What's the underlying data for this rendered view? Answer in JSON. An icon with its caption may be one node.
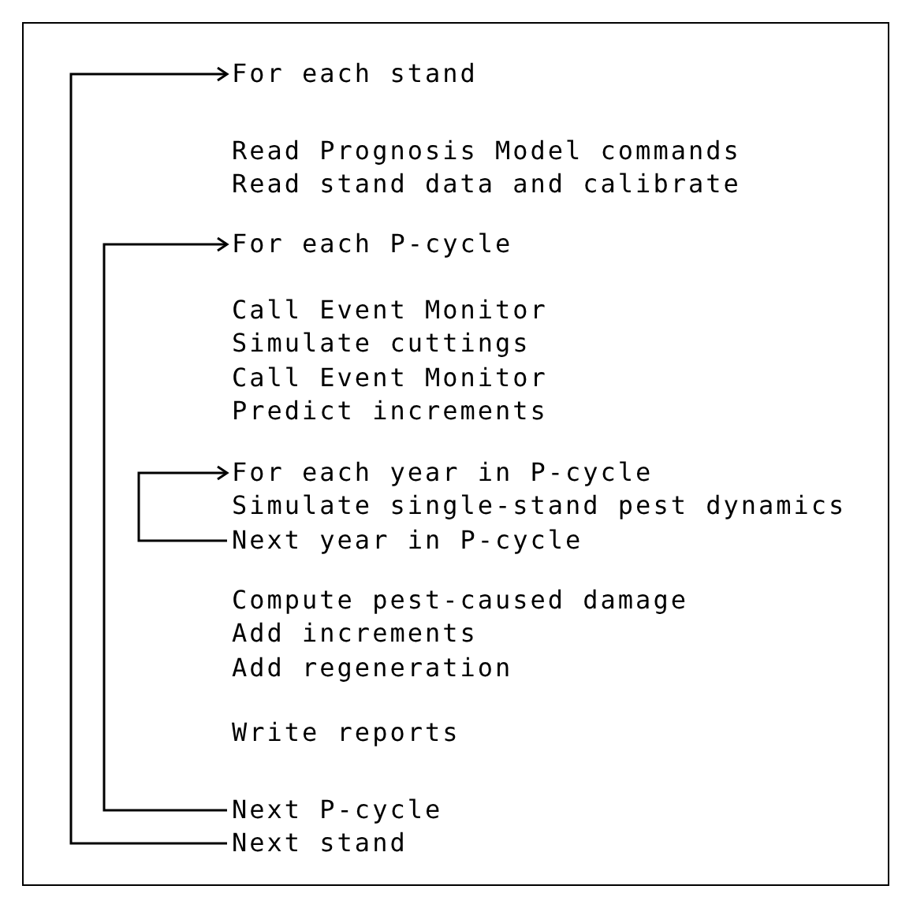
{
  "diagram": {
    "nodes": [
      {
        "text": [
          "For each stand"
        ]
      },
      {
        "text": [
          "For each P-cycle"
        ]
      },
      {
        "text": [
          "For each year in P-cycle"
        ]
      },
      {
        "text": [
          "Next year in P-cycle"
        ]
      },
      {
        "text": [
          "Next P-cycle"
        ]
      },
      {
        "text": [
          "Next stand"
        ]
      }
    ],
    "edges": [
      {
        "from": 5,
        "to": 0,
        "arrow": "to"
      },
      {
        "from": 4,
        "to": 1,
        "arrow": "to"
      },
      {
        "from": 3,
        "to": 2,
        "arrow": "to"
      }
    ],
    "labels": [
      "Read Prognosis Model commands",
      "Read stand data and calibrate",
      "Call Event Monitor",
      "Simulate cuttings",
      "Call Event Monitor",
      "Predict increments",
      "Simulate single-stand pest dynamics",
      "Compute pest-caused damage",
      "Add increments",
      "Add regeneration",
      "Write reports"
    ]
  }
}
